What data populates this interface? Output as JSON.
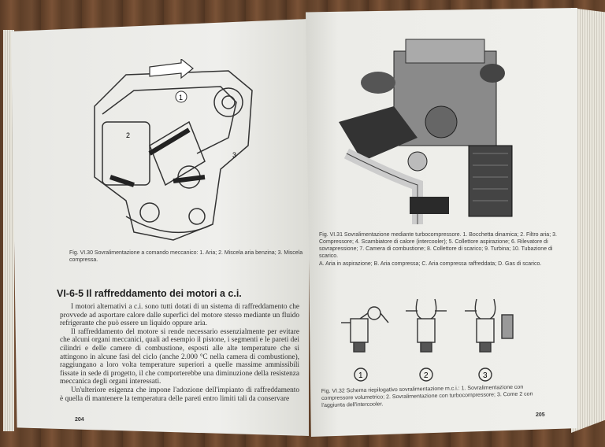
{
  "left_page": {
    "figure_caption": "Fig. VI.30 Sovralimentazione a comando meccanico: 1. Aria; 2. Miscela aria benzina; 3. Miscela compressa.",
    "figure_labels": [
      "1",
      "2",
      "3"
    ],
    "section_heading": "VI-6-5 Il raffreddamento dei motori a c.i.",
    "paragraphs": [
      "I motori alternativi a c.i. sono tutti dotati di un sistema di raffreddamento che provvede ad asportare calore dalle superfici del motore stesso mediante un fluido refrigerante che può essere un liquido oppure aria.",
      "Il raffreddamento del motore si rende necessario essenzialmente per evitare che alcuni organi meccanici, quali ad esempio il pistone, i segmenti e le pareti dei cilindri e delle camere di combustione, esposti alle alte temperature che si attingono in alcune fasi del ciclo (anche 2.000 °C nella camera di combustione), raggiungano a loro volta temperature superiori a quelle massime ammissibili fissate in sede di progetto, il che comporterebbe una diminuzione della resistenza meccanica degli organi interessati.",
      "Un'ulteriore esigenza che impone l'adozione dell'impianto di raffreddamento è quella di mantenere la temperatura delle pareti entro limiti tali da conservare"
    ],
    "page_number": "204"
  },
  "right_page": {
    "figure_caption_1": "Fig. VI.31 Sovralimentazione mediante turbocompressore. 1. Bocchetta dinamica; 2. Filtro aria; 3. Compressore; 4. Scambiatore di calore (intercooler); 5. Collettore aspirazione; 6. Rilevatore di sovrapressione; 7. Camera di combustione; 8. Collettore di scarico; 9. Turbina; 10. Tubazione di scarico.",
    "figure_caption_1b": "A. Aria in aspirazione; B. Aria compressa; C. Aria compressa raffreddata; D. Gas di scarico.",
    "diagram_numbers": [
      "1",
      "2",
      "3"
    ],
    "figure_caption_2": "Fig. VI.32 Schema riepilogativo sovralimentazione m.c.i.: 1. Sovralimentazione con compressore volumetrico; 2. Sovralimentazione con turbocompressore; 3. Come 2 con l'aggiunta dell'intercooler.",
    "page_number": "205"
  }
}
